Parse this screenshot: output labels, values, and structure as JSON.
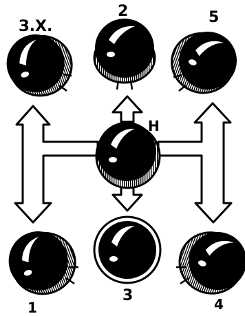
{
  "labels": {
    "reverse": "З.Х.",
    "second": "2",
    "fifth": "5",
    "neutral": "Н",
    "first": "1",
    "third": "3",
    "fourth": "4"
  },
  "colors": {
    "knob": "#000000",
    "highlight": "#ffffff",
    "line": "#000000",
    "background": "#ffffff"
  }
}
